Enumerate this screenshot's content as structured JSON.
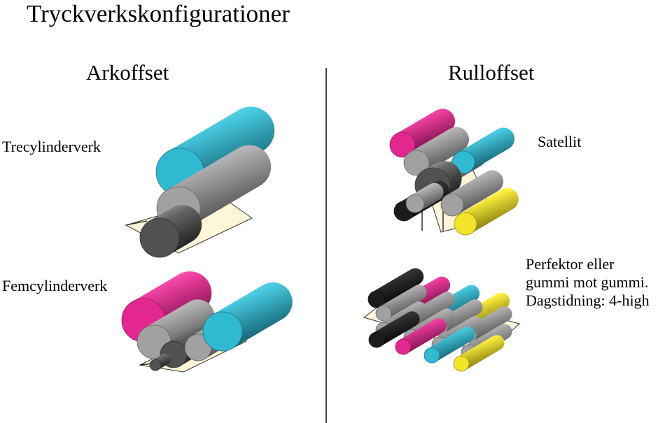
{
  "title": "Tryckverkskonfigurationer",
  "columns": {
    "sheet_offset": {
      "heading": "Arkoffset",
      "units": [
        "Trecylinderverk",
        "Femcylinderverk"
      ]
    },
    "web_offset": {
      "heading": "Rulloffset",
      "units": [
        {
          "lines": [
            "Satellit"
          ]
        },
        {
          "lines": [
            "Perfektor eller",
            "gummi mot gummi.",
            "Dagstidning: 4-high"
          ]
        }
      ]
    }
  },
  "colors": {
    "cyan": "#33c4dd",
    "magenta": "#ee2a95",
    "yellow": "#fff02a",
    "black": "#1d1d1d",
    "blanket": "#a9a9a9",
    "impression": "#555555",
    "paper": "#fdf6d8"
  }
}
